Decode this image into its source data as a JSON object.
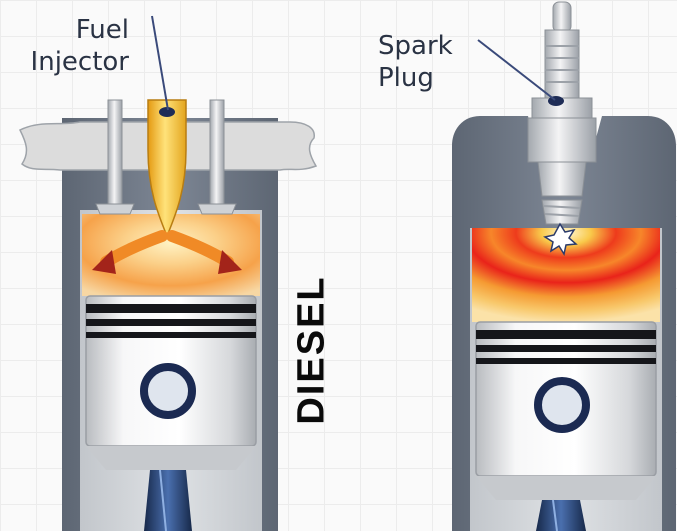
{
  "labels": {
    "fuel_injector": "Fuel Injector",
    "spark_plug": "Spark Plug",
    "diesel": "DIESEL"
  },
  "colors": {
    "cylinder_wall": "#6d7684",
    "cylinder_interior": "#d2d5d8",
    "head_plate": "#dcdcdc",
    "piston_silver": "#e9e9ea",
    "piston_ring": "#15161a",
    "fuel": "#f2c12a",
    "flame_red": "#e6281b",
    "flame_orange": "#f48a1d",
    "flame_yellow": "#f7dc84",
    "rod_blue": "#2f4f86",
    "leader_line": "#3a4a7a"
  },
  "icons": {
    "fuel_injector": "fuel-injector-icon",
    "spark_plug": "spark-plug-icon",
    "spark": "spark-burst-icon",
    "spray_arrows": "fuel-spray-arrow-icon"
  }
}
